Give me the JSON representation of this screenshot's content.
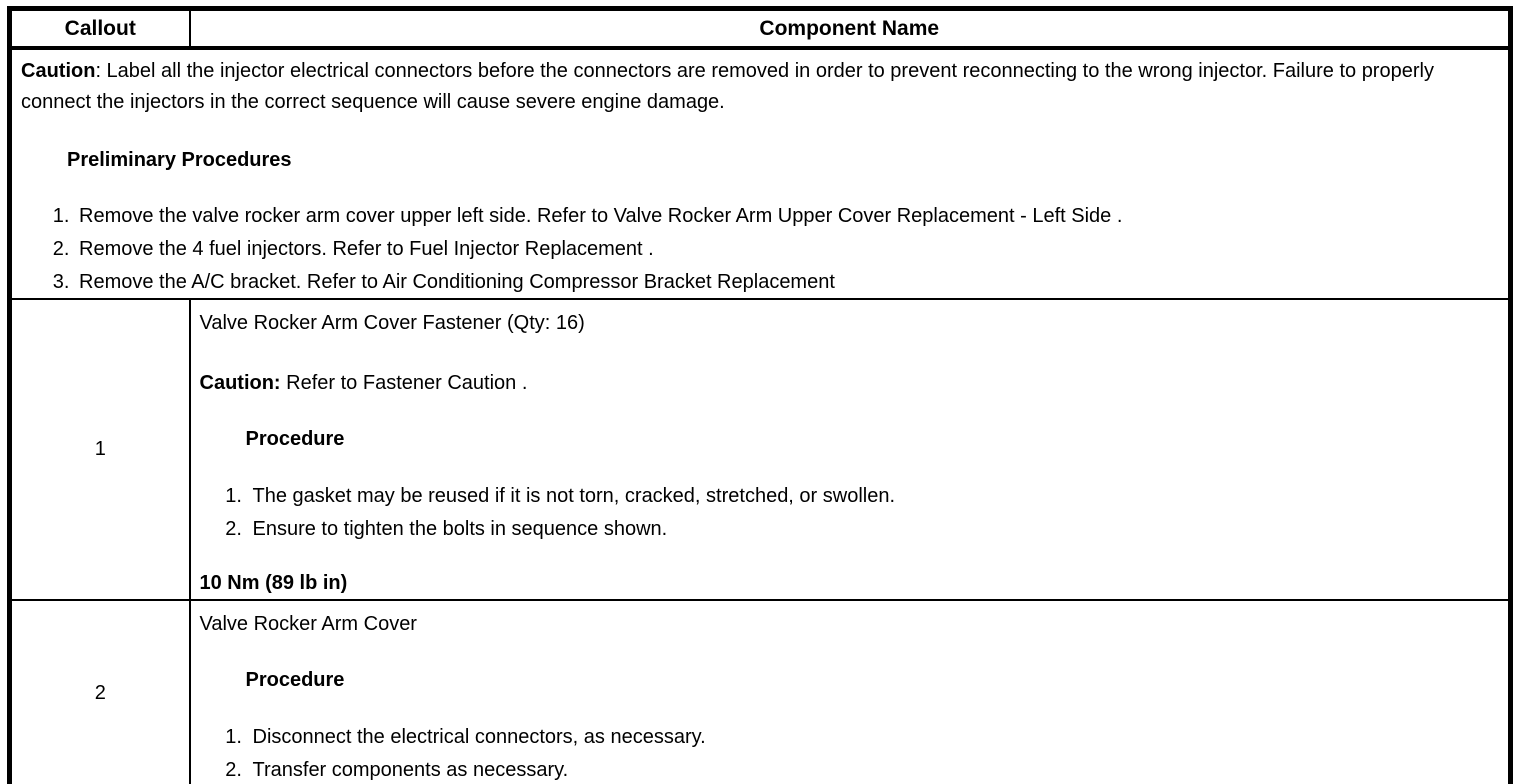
{
  "header": {
    "callout": "Callout",
    "component": "Component Name"
  },
  "prelim": {
    "caution_label": "Caution",
    "caution_rest": ": Label all the injector electrical connectors before the connectors are removed in order to prevent reconnecting to the wrong injector. Failure to properly connect the injectors in the correct sequence will cause severe engine damage.",
    "heading": "Preliminary Procedures",
    "steps": [
      "Remove the valve rocker arm cover upper left side. Refer to Valve Rocker Arm Upper Cover Replacement - Left Side .",
      "Remove the 4 fuel injectors. Refer to Fuel Injector Replacement .",
      "Remove the A/C bracket. Refer to Air Conditioning Compressor Bracket Replacement"
    ]
  },
  "rows": [
    {
      "callout": "1",
      "component": "Valve Rocker Arm Cover Fastener (Qty: 16)",
      "caution_label": "Caution:",
      "caution_rest": " Refer to Fastener Caution .",
      "procedure_heading": "Procedure",
      "steps": [
        "The gasket may be reused if it is not torn, cracked, stretched, or swollen.",
        "Ensure to tighten the bolts in sequence shown."
      ],
      "torque": "10 Nm (89 lb in)"
    },
    {
      "callout": "2",
      "component": "Valve Rocker Arm Cover",
      "procedure_heading": "Procedure",
      "steps": [
        "Disconnect the electrical connectors, as necessary.",
        "Transfer components as necessary."
      ]
    }
  ],
  "colors": {
    "border": "#000000",
    "text": "#000000",
    "background": "#ffffff"
  }
}
